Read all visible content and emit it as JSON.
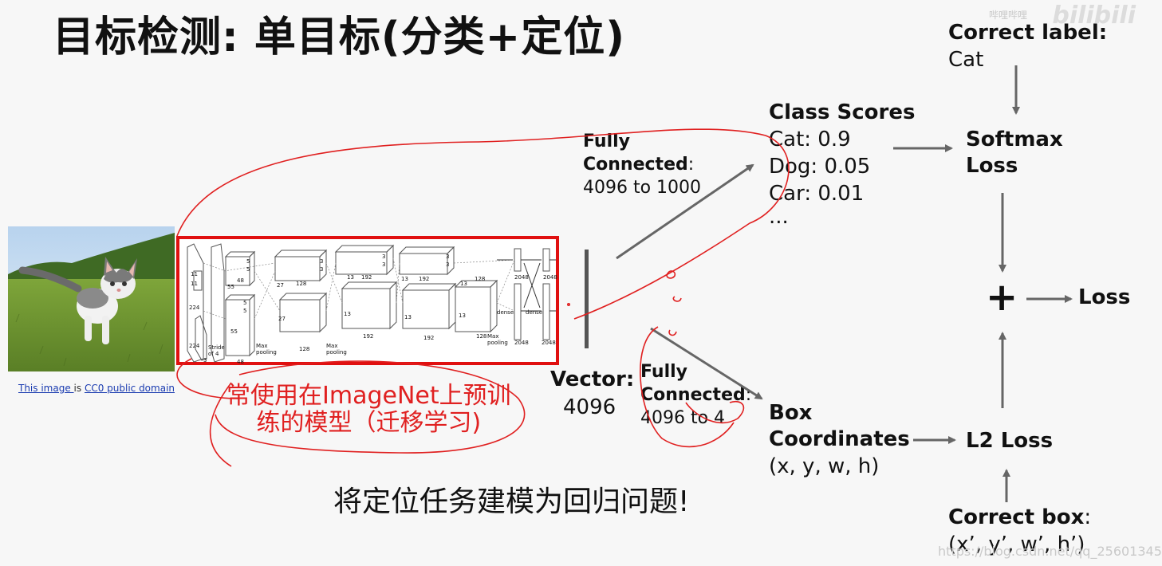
{
  "title": "目标检测: 单目标(分类+定位)",
  "image_caption": {
    "link1": "This image ",
    "mid": "is ",
    "link2": "CC0 public domain"
  },
  "cnn": {
    "labels": [
      "11",
      "11",
      "224",
      "224",
      "3",
      "Stride of 4",
      "5",
      "5",
      "55",
      "48",
      "5",
      "5",
      "55",
      "48",
      "Max pooling",
      "27",
      "128",
      "27",
      "128",
      "Max pooling",
      "3",
      "3",
      "13",
      "192",
      "13",
      "192",
      "3",
      "3",
      "13",
      "192",
      "13",
      "192",
      "3",
      "3",
      "13",
      "128",
      "13",
      "128",
      "Max pooling",
      "dense",
      "dense",
      "2048",
      "2048",
      "2048",
      "2048"
    ]
  },
  "vector": {
    "label": "Vector:",
    "value": "4096"
  },
  "fc_top": {
    "line1": "Fully",
    "line2": "Connected",
    "colon": ":",
    "line3": "4096 to 1000"
  },
  "fc_bottom": {
    "line1": "Fully",
    "line2": "Connected",
    "colon": ":",
    "line3": "4096 to 4"
  },
  "class_scores": {
    "title": "Class Scores",
    "items": [
      "Cat: 0.9",
      "Dog: 0.05",
      "Car: 0.01",
      "..."
    ]
  },
  "correct_label": {
    "title": "Correct label:",
    "value": "Cat"
  },
  "softmax": {
    "line1": "Softmax",
    "line2": "Loss"
  },
  "plus": "+",
  "loss": "Loss",
  "box_coords": {
    "line1": "Box",
    "line2": "Coordinates",
    "line3": "(x, y, w, h)"
  },
  "l2_loss": "L2 Loss",
  "correct_box": {
    "title": "Correct box",
    "colon": ":",
    "value": "(x’, y’, w’, h’)"
  },
  "annotation": {
    "line1": "常使用在ImageNet上预训",
    "line2": "练的模型（迁移学习)"
  },
  "bottom_text": "将定位任务建模为回归问题!",
  "watermarks": {
    "url": "https://blog.csdn.net/qq_25601345",
    "logo": "bilibili",
    "small": "哔哩哔哩"
  },
  "colors": {
    "annotation": "#e02020",
    "arrow": "#666666",
    "cnn_border": "#e01010"
  }
}
